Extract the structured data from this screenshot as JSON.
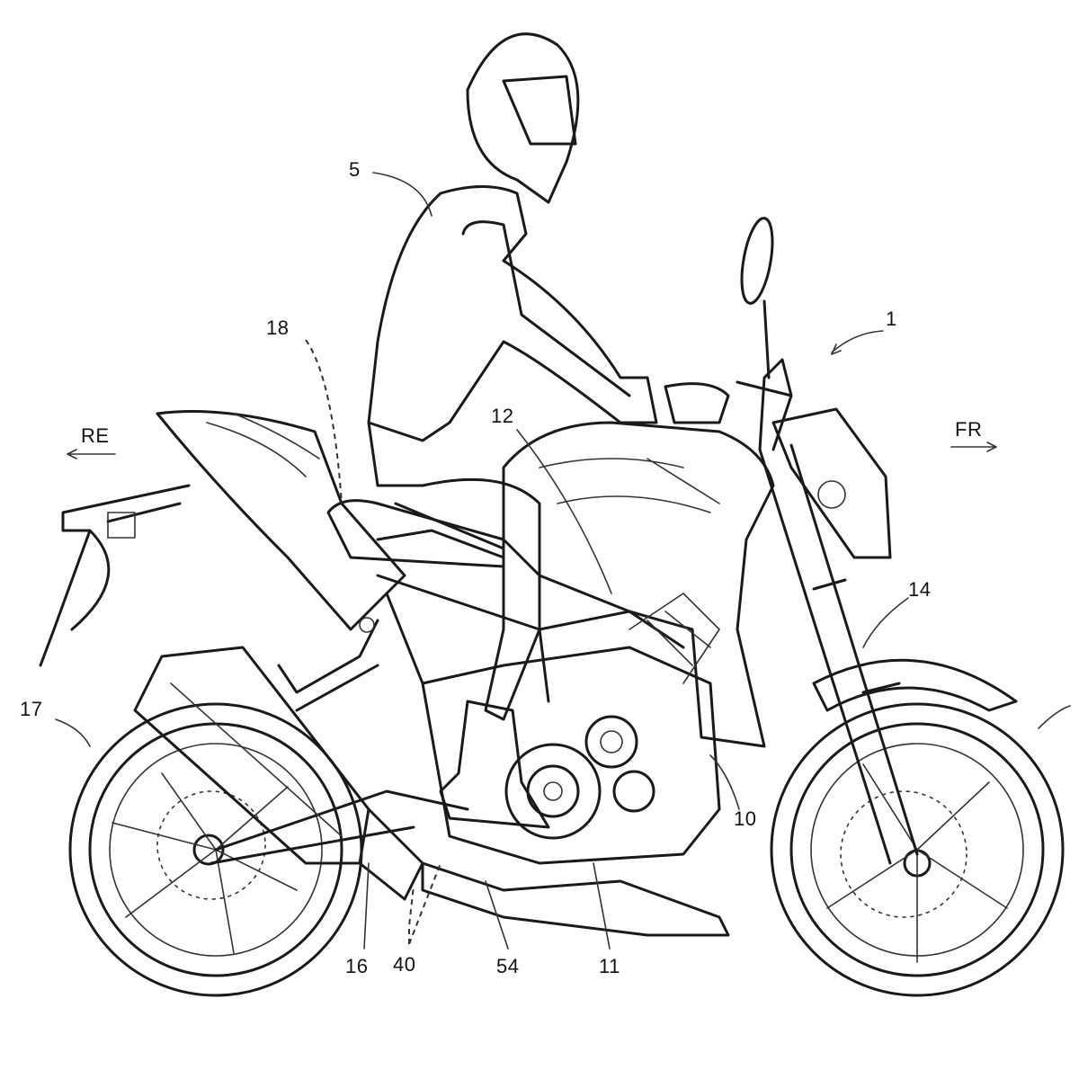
{
  "labels": {
    "rider": "5",
    "motorcycle": "1",
    "seat": "18",
    "fuel_tank": "12",
    "rear_direction": "RE",
    "front_direction": "FR",
    "front_fork": "14",
    "rear_wheel": "17",
    "engine": "10",
    "exhaust": "16",
    "footrest": "40",
    "shift_pedal": "54",
    "crankcase": "11"
  }
}
